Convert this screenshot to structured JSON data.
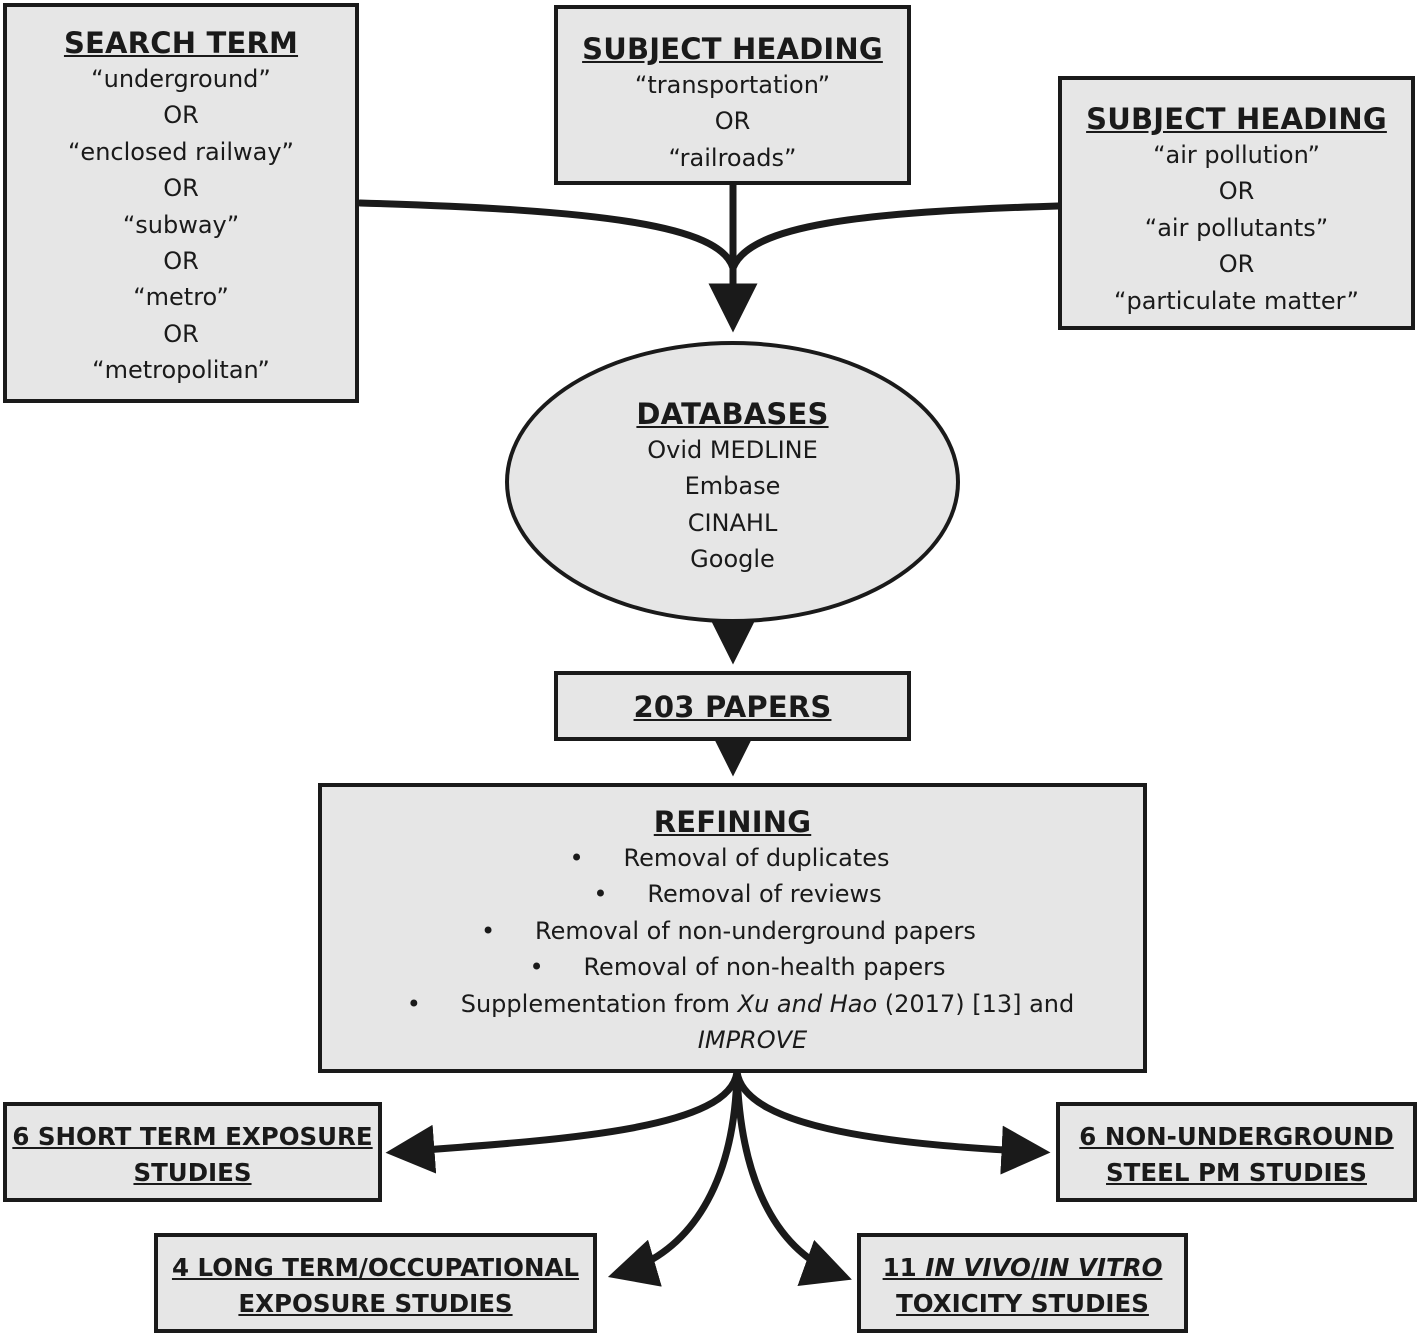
{
  "search_term": {
    "title": "SEARCH TERM",
    "lines": [
      "“underground”",
      "OR",
      "“enclosed railway”",
      "OR",
      "“subway”",
      "OR",
      "“metro”",
      "OR",
      "“metropolitan”"
    ]
  },
  "subject_heading_1": {
    "title": "SUBJECT HEADING",
    "lines": [
      "“transportation”",
      "OR",
      "“railroads”"
    ]
  },
  "subject_heading_2": {
    "title": "SUBJECT HEADING",
    "lines": [
      "“air pollution”",
      "OR",
      "“air pollutants”",
      "OR",
      "“particulate matter”"
    ]
  },
  "databases": {
    "title": "DATABASES",
    "lines": [
      "Ovid MEDLINE",
      "Embase",
      "CINAHL",
      "Google"
    ]
  },
  "papers": {
    "label": "203 PAPERS"
  },
  "refining": {
    "title": "REFINING",
    "bullet": "•",
    "items": [
      "Removal of duplicates",
      "Removal of reviews",
      "Removal of non-underground papers",
      "Removal of non-health papers"
    ],
    "supplement": {
      "pre": "Supplementation from ",
      "italic": "Xu and Hao",
      "post": " (2017) [13] and",
      "line2": "IMPROVE"
    }
  },
  "outcomes": {
    "short_term": {
      "line1": "6 SHORT TERM EXPOSURE",
      "line2": "STUDIES"
    },
    "non_underground": {
      "line1": "6 NON-UNDERGROUND",
      "line2": "STEEL PM STUDIES"
    },
    "long_term": {
      "line1": "4 LONG TERM/OCCUPATIONAL",
      "line2": "EXPOSURE STUDIES"
    },
    "toxicity": {
      "line1_pre": "11 ",
      "line1_italic_a": "IN VIVO",
      "line1_sep": "/",
      "line1_italic_b": "IN VITRO",
      "line2": "TOXICITY STUDIES"
    }
  },
  "colors": {
    "box_fill": "#e6e6e6",
    "stroke": "#1a1a1a"
  }
}
